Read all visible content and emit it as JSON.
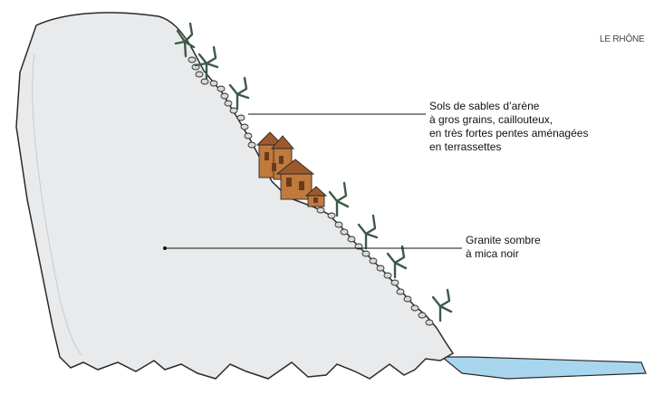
{
  "river_label": "LE RHÔNE",
  "annotations": [
    {
      "id": "soil",
      "lines": [
        "Sols de sables d’arène",
        "à gros grains, caillouteux,",
        "en très fortes pentes aménagées",
        "en terrassettes"
      ]
    },
    {
      "id": "granite",
      "lines": [
        "Granite sombre",
        "à mica noir"
      ]
    }
  ],
  "colors": {
    "rock_fill": "#e9eaec",
    "rock_outline": "#2a2a2a",
    "river": "#a8d6ee",
    "vine": "#3d5a48",
    "house": "#c07a3e",
    "roof": "#9c5a2c",
    "pebble": "#d9d9d9"
  }
}
